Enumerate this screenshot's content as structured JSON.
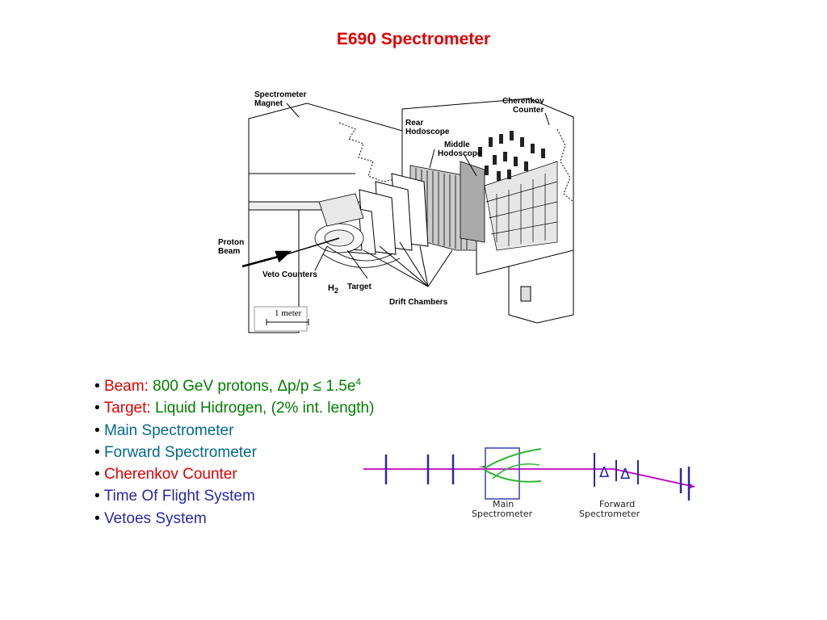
{
  "title": "E690 Spectrometer",
  "colors": {
    "title": "#e00000",
    "label_red": "#e00000",
    "value_green": "#008000",
    "item_teal": "#006a8a",
    "item_blue": "#2828a8",
    "beam_line": "#c000c0",
    "tracks": "#33b233",
    "magnet_box": "#3344aa"
  },
  "detector_figure": {
    "labels": {
      "spectrometer_magnet_1": "Spectrometer",
      "spectrometer_magnet_2": "Magnet",
      "cherenkov_counter_1": "Cherenkov",
      "cherenkov_counter_2": "Counter",
      "rear_hodoscope_1": "Rear",
      "rear_hodoscope_2": "Hodoscope",
      "middle_hodoscope_1": "Middle",
      "middle_hodoscope_2": "Hodoscope",
      "proton_beam_1": "Proton",
      "proton_beam_2": "Beam",
      "veto_counters": "Veto Counters",
      "h2": "H",
      "h2_sub": "2",
      "target": "Target",
      "drift_chambers": "Drift Chambers",
      "scale": "1 meter"
    }
  },
  "bullets": [
    {
      "label": "Beam:",
      "text": "800 GeV protons,  Δp/p ≤ 1.5e",
      "sup": "4"
    },
    {
      "label": "Target:",
      "text": "Liquid Hidrogen, (2% int. length)"
    },
    {
      "text": "Main Spectrometer"
    },
    {
      "text": "Forward Spectrometer"
    },
    {
      "text": "Cherenkov Counter"
    },
    {
      "text": "Time Of Flight System"
    },
    {
      "text": "Vetoes System"
    }
  ],
  "schematic": {
    "main_label_1": "Main",
    "main_label_2": "Spectrometer",
    "forward_label_1": "Forward",
    "forward_label_2": "Spectrometer",
    "delta_symbol": "Δ"
  }
}
